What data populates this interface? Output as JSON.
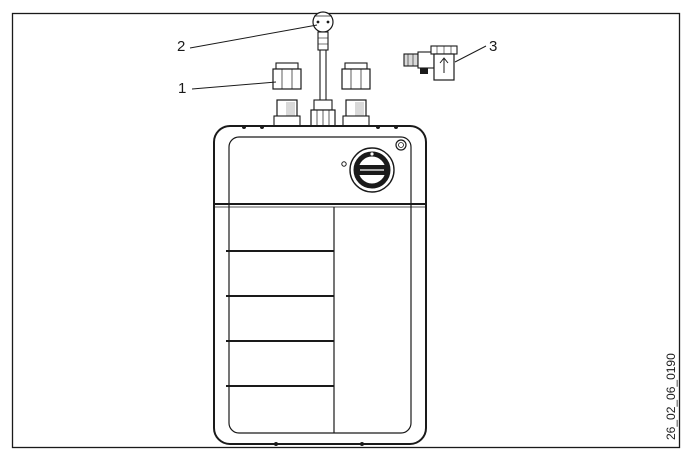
{
  "figure": {
    "callouts": {
      "fitting": "1",
      "plug": "2",
      "valve": "3"
    },
    "reference_code": "26_02_06_0190"
  },
  "colors": {
    "line": "#1a1a1a",
    "background": "#ffffff",
    "shading": "#d9d9d9"
  }
}
